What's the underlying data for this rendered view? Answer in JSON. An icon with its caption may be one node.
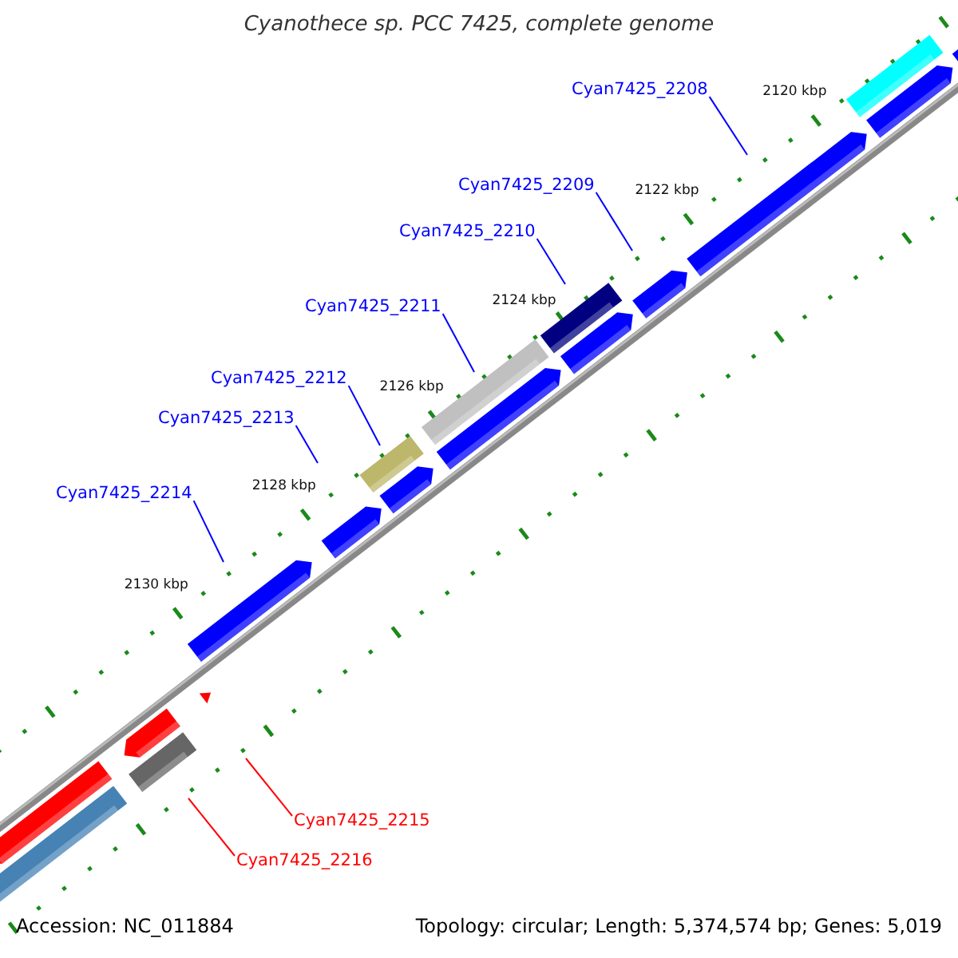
{
  "diagram": {
    "title": "Cyanothece sp. PCC 7425, complete genome",
    "nodes": [
      {
        "text": [
          "Cyan7425_2208"
        ]
      },
      {
        "text": [
          "Cyan7425_2209"
        ]
      },
      {
        "text": [
          "Cyan7425_2210"
        ]
      },
      {
        "text": [
          "Cyan7425_2211"
        ]
      },
      {
        "text": [
          "Cyan7425_2212"
        ]
      },
      {
        "text": [
          "Cyan7425_2213"
        ]
      },
      {
        "text": [
          "Cyan7425_2214"
        ]
      },
      {
        "text": [
          "Cyan7425_2215"
        ]
      },
      {
        "text": [
          "Cyan7425_2216"
        ]
      }
    ],
    "edges": [
      {
        "from": 0,
        "to": null,
        "arrow": "none"
      },
      {
        "from": 1,
        "to": null,
        "arrow": "none"
      },
      {
        "from": 2,
        "to": null,
        "arrow": "none"
      },
      {
        "from": 3,
        "to": null,
        "arrow": "none"
      },
      {
        "from": 4,
        "to": null,
        "arrow": "none"
      },
      {
        "from": 5,
        "to": null,
        "arrow": "none"
      },
      {
        "from": 6,
        "to": null,
        "arrow": "none"
      },
      {
        "from": 7,
        "to": null,
        "arrow": "none",
        "color": "#ff0000"
      },
      {
        "from": 8,
        "to": null,
        "arrow": "none",
        "color": "#ff0000"
      }
    ],
    "labels": [
      "2120 kbp",
      "2122 kbp",
      "2124 kbp",
      "2126 kbp",
      "2128 kbp",
      "2130 kbp",
      "Accession: NC_011884",
      "Topology: circular; Length: 5,374,574 bp; Genes: 5,019"
    ]
  }
}
